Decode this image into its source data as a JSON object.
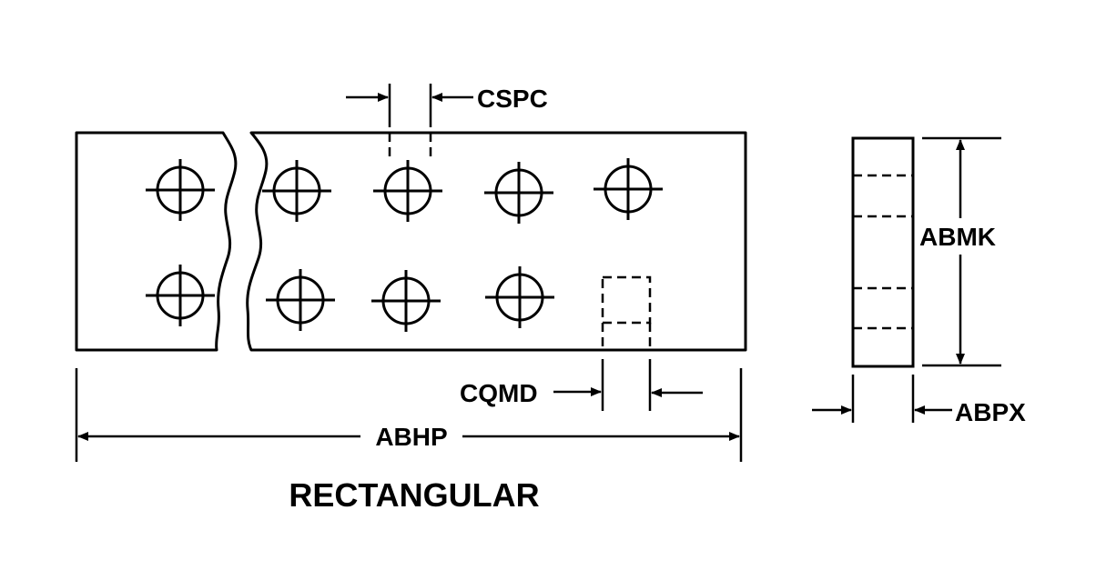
{
  "diagram": {
    "labels": {
      "cspc": "CSPC",
      "cqmd": "CQMD",
      "abhp": "ABHP",
      "abmk": "ABMK",
      "abpx": "ABPX"
    },
    "caption": "RECTANGULAR"
  }
}
